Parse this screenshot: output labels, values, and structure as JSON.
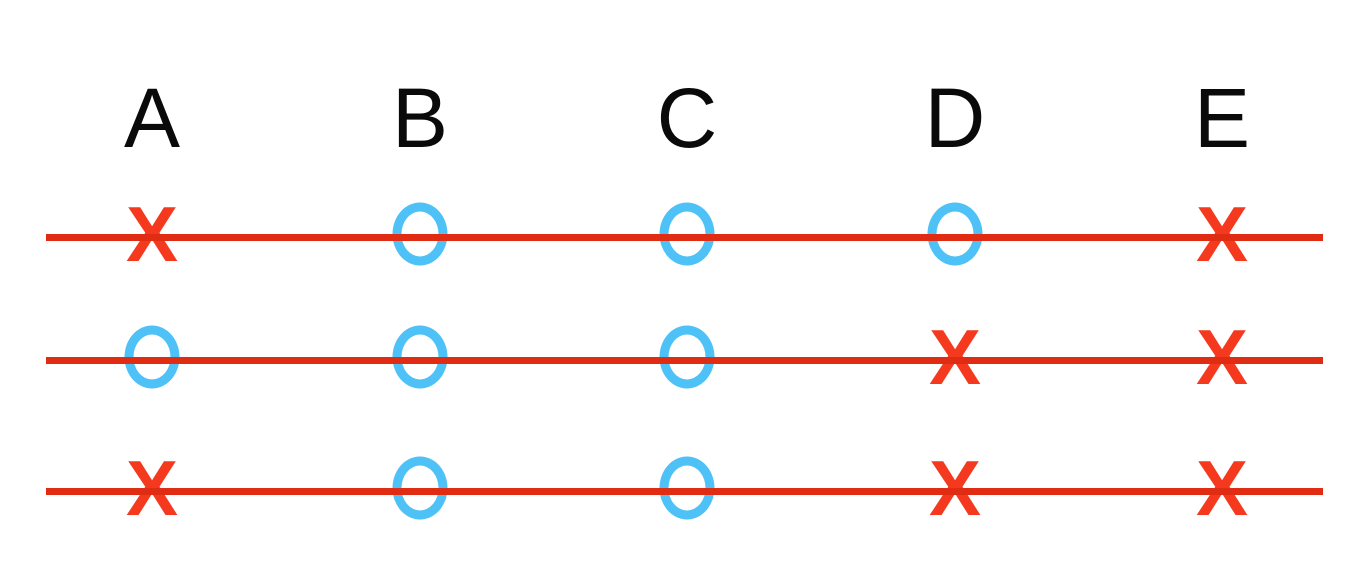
{
  "diagram": {
    "columns": [
      "A",
      "B",
      "C",
      "D",
      "E"
    ],
    "rows": [
      {
        "markers": [
          "X",
          "O",
          "O",
          "O",
          "X"
        ]
      },
      {
        "markers": [
          "O",
          "O",
          "O",
          "X",
          "X"
        ]
      },
      {
        "markers": [
          "X",
          "O",
          "O",
          "X",
          "X"
        ]
      }
    ],
    "marker_icons": {
      "X": "red-x-marker-icon",
      "O": "blue-circle-marker-icon"
    }
  },
  "colors": {
    "background": "#FFFFFF",
    "label-black": "#0A0A0A",
    "line-red": "#E02C12",
    "x-red": "#F5391F",
    "o-blue": "#4EC1F6"
  }
}
